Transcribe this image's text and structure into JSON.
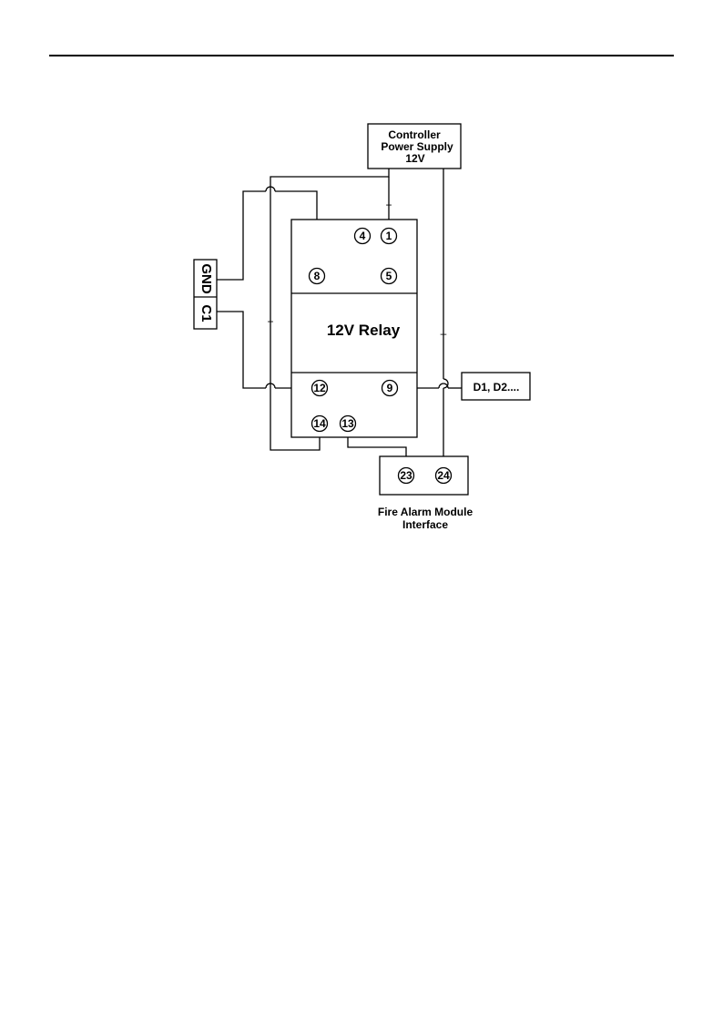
{
  "diagram": {
    "power_supply": {
      "line1": "Controller",
      "line2": "Power Supply",
      "line3": "12V"
    },
    "relay": {
      "label": "12V Relay"
    },
    "terminals": {
      "t1": "1",
      "t4": "4",
      "t5": "5",
      "t8": "8",
      "t9": "9",
      "t12": "12",
      "t13": "13",
      "t14": "14",
      "t23": "23",
      "t24": "24"
    },
    "controller_ports": {
      "gnd": "GND",
      "c1": "C1"
    },
    "door_outputs": {
      "label": "D1, D2...."
    },
    "fire_alarm": {
      "line1": "Fire Alarm Module",
      "line2": "Interface"
    },
    "signs": {
      "plus": "+",
      "minus": "–"
    }
  }
}
